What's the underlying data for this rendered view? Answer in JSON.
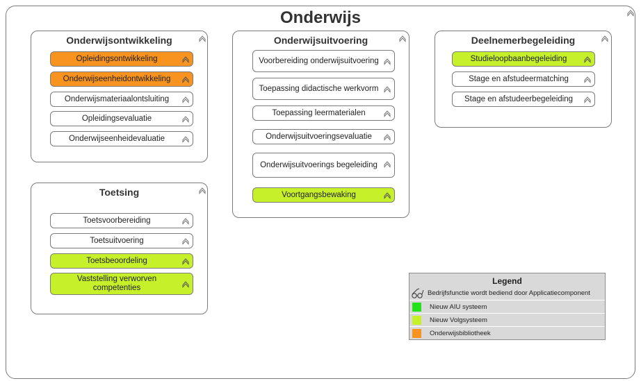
{
  "title": "Onderwijs",
  "colors": {
    "orange": "#f7931e",
    "lime": "#c6f12a",
    "green": "#22e21a"
  },
  "groups": {
    "ontwikkeling": {
      "title": "Onderwijsontwikkeling",
      "items": [
        {
          "label": "Opleidingsontwikkeling",
          "color": "orange"
        },
        {
          "label": "Onderwijseenheidontwikkeling",
          "color": "orange"
        },
        {
          "label": "Onderwijsmateriaalontsluiting",
          "color": "none"
        },
        {
          "label": "Opleidingsevaluatie",
          "color": "none"
        },
        {
          "label": "Onderwijseenheidevaluatie",
          "color": "none"
        }
      ]
    },
    "toetsing": {
      "title": "Toetsing",
      "items": [
        {
          "label": "Toetsvoorbereiding",
          "color": "none"
        },
        {
          "label": "Toetsuitvoering",
          "color": "none"
        },
        {
          "label": "Toetsbeoordeling",
          "color": "lime"
        },
        {
          "label": "Vaststelling verworven competenties",
          "color": "lime"
        }
      ]
    },
    "uitvoering": {
      "title": "Onderwijsuitvoering",
      "items": [
        {
          "label": "Voorbereiding onderwijsuitvoering",
          "color": "none"
        },
        {
          "label": "Toepassing didactische werkvorm",
          "color": "none"
        },
        {
          "label": "Toepassing leermaterialen",
          "color": "none"
        },
        {
          "label": "Onderwijsuitvoeringsevaluatie",
          "color": "none"
        },
        {
          "label": "Onderwijsuitvoerings begeleiding",
          "color": "none"
        },
        {
          "label": "Voortgangsbewaking",
          "color": "lime"
        }
      ]
    },
    "begeleiding": {
      "title": "Deelnemerbegeleiding",
      "items": [
        {
          "label": "Studieloopbaanbegeleiding",
          "color": "lime"
        },
        {
          "label": "Stage en afstudeermatching",
          "color": "none"
        },
        {
          "label": "Stage en afstudeerbegeleiding",
          "color": "none"
        }
      ]
    }
  },
  "legend": {
    "title": "Legend",
    "rows": [
      {
        "label": "Bedrijfsfunctie wordt bediend door Applicatiecomponent",
        "icon": "glasses-icon"
      },
      {
        "label": "Nieuw AIU systeem",
        "color": "#22e21a"
      },
      {
        "label": "Nieuw Volgsysteem",
        "color": "#c6f12a"
      },
      {
        "label": "Onderwijsbibliotheek",
        "color": "#f7931e"
      }
    ]
  }
}
